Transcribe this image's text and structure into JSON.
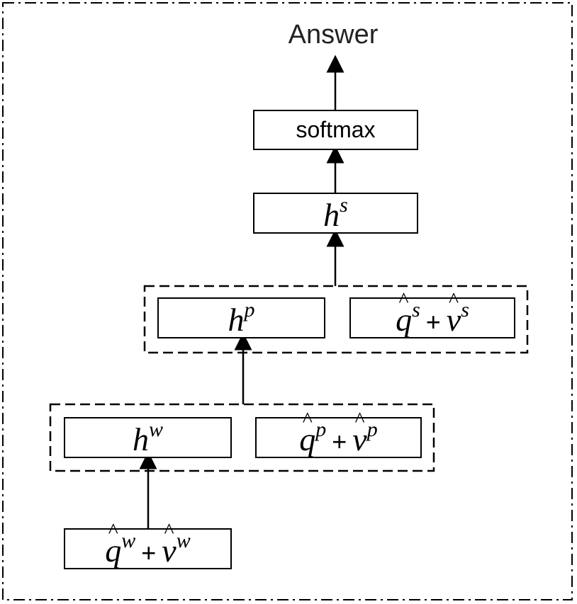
{
  "diagram": {
    "output_label": "Answer",
    "softmax_label": "softmax",
    "h_s": {
      "base": "h",
      "sup": "s"
    },
    "h_p": {
      "base": "h",
      "sup": "p"
    },
    "h_w": {
      "base": "h",
      "sup": "w"
    },
    "qs_vs": {
      "q": "q",
      "q_sup": "s",
      "op": "+",
      "v": "v",
      "v_sup": "s"
    },
    "qp_vp": {
      "q": "q",
      "q_sup": "p",
      "op": "+",
      "v": "v",
      "v_sup": "p"
    },
    "qw_vw": {
      "q": "q",
      "q_sup": "w",
      "op": "+",
      "v": "v",
      "v_sup": "w"
    }
  }
}
